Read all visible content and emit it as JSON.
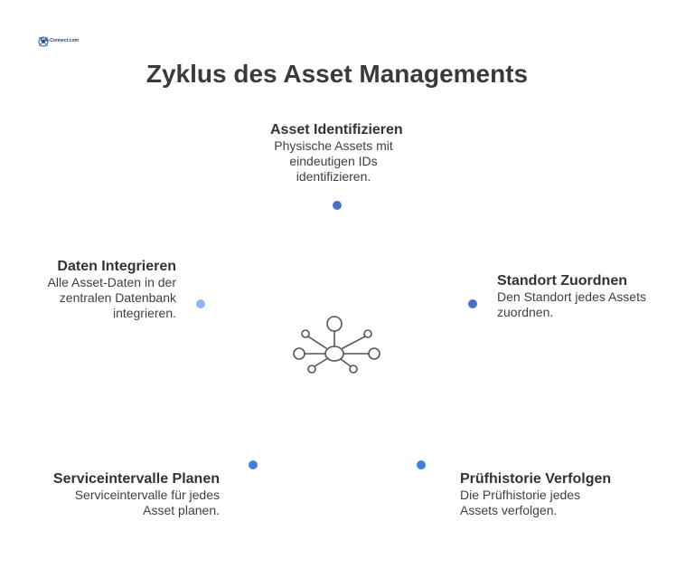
{
  "logo": {
    "text": "File-Connect.com"
  },
  "title": "Zyklus des Asset Managements",
  "center_icon": "network-hub-icon",
  "colors": {
    "dot_dark_blue": "#4a72c4",
    "dot_blue": "#3f7fe0",
    "dot_light_blue": "#8fb6f2",
    "icon_stroke": "#555555"
  },
  "steps": [
    {
      "title": "Asset Identifizieren",
      "description": "Physische Assets mit\neindeutigen IDs\nidentifizieren."
    },
    {
      "title": "Standort Zuordnen",
      "description": "Den Standort jedes Assets\nzuordnen."
    },
    {
      "title": "Prüfhistorie Verfolgen",
      "description": "Die Prüfhistorie jedes\nAssets verfolgen."
    },
    {
      "title": "Serviceintervalle Planen",
      "description": "Serviceintervalle für jedes\nAsset planen."
    },
    {
      "title": "Daten Integrieren",
      "description": "Alle Asset-Daten in der\nzentralen Datenbank\nintegrieren."
    }
  ]
}
